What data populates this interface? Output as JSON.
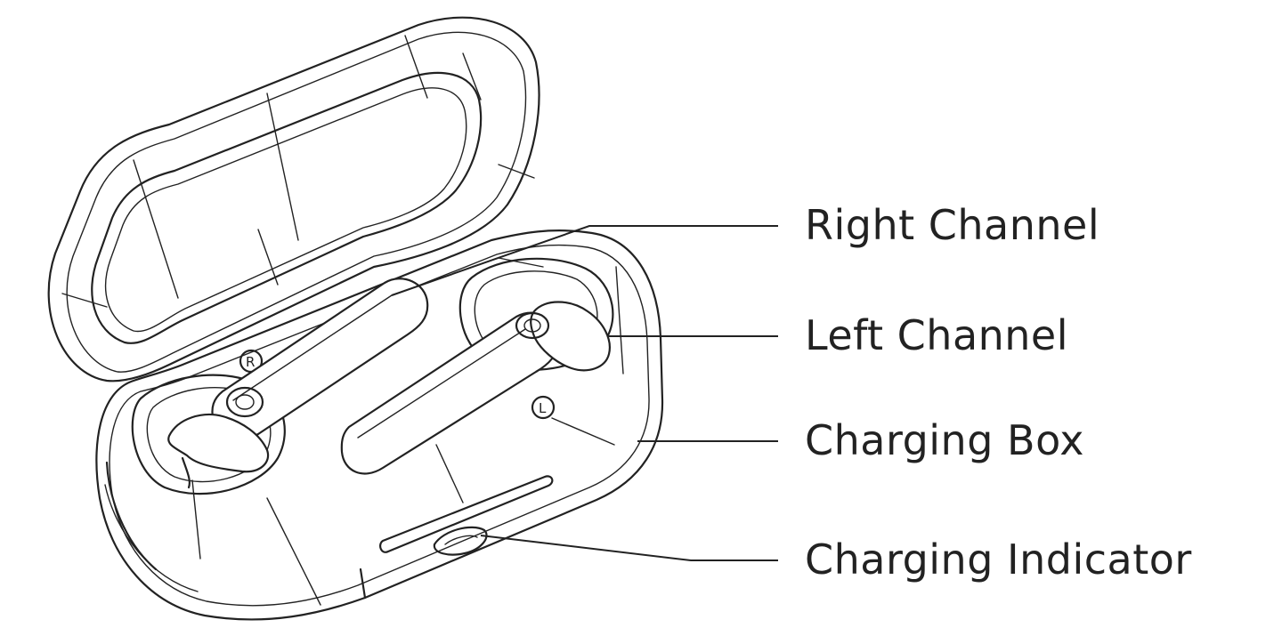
{
  "diagram": {
    "labels": {
      "right_channel": "Right Channel",
      "left_channel": "Left Channel",
      "charging_box": "Charging Box",
      "charging_indicator": "Charging Indicator"
    },
    "side_marks": {
      "right": "R",
      "left": "L"
    },
    "line_color": "#222222",
    "background": "#ffffff"
  }
}
